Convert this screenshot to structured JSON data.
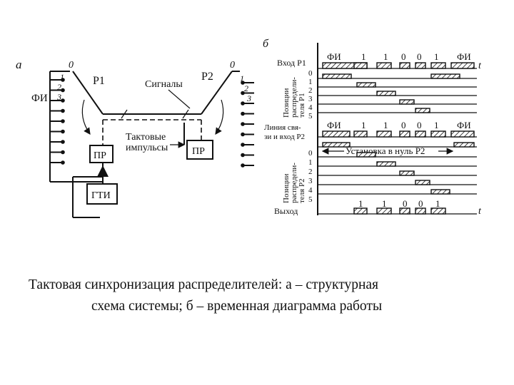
{
  "diagram_a": {
    "label": "а",
    "fi_label": "ФИ",
    "left_contacts": [
      "0",
      "1",
      "2",
      "3"
    ],
    "right_contacts": [
      "0",
      "1",
      "2",
      "3"
    ],
    "p1_label": "Р1",
    "p2_label": "Р2",
    "signals_label": "Сигналы",
    "clock_label_1": "Тактовые",
    "clock_label_2": "импульсы",
    "pr_left": "ПР",
    "pr_right": "ПР",
    "gti_label": "ГТИ"
  },
  "diagram_b": {
    "label": "б",
    "input_p1": "Вход Р1",
    "positions_p1": [
      "Позиции",
      "распредели-",
      "теля Р1"
    ],
    "line_label_1": "Линия свя-",
    "line_label_2": "зи и вход Р2",
    "reset_label": "Установка в нуль Р2",
    "positions_p2": [
      "Позиции",
      "распредели-",
      "теля Р2"
    ],
    "output_label": "Выход",
    "time_label": "t",
    "position_numbers": [
      "0",
      "1",
      "2",
      "3",
      "4",
      "5"
    ],
    "pulse_labels_input": [
      "ФИ",
      "1",
      "1",
      "0",
      "0",
      "1",
      "ФИ"
    ],
    "pulse_labels_output": [
      "1",
      "1",
      "0",
      "0",
      "1"
    ]
  },
  "caption": {
    "line1": "Тактовая синхронизация распределителей: а – структурная",
    "line2": "схема системы; б – временная диаграмма работы"
  }
}
